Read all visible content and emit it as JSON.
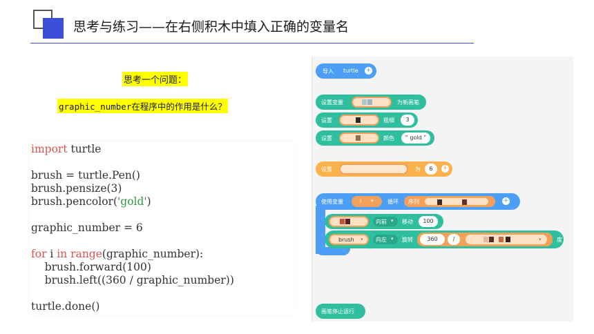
{
  "header": {
    "title": "思考与练习——在右侧积木中填入正确的变量名",
    "accent_color": "#3b4fd8"
  },
  "question": {
    "line1": "思考一个问题：",
    "line2": "graphic_number在程序中的作用是什么？"
  },
  "code": {
    "l1_kw": "import",
    "l1_rest": " turtle",
    "l2": "brush = turtle.Pen()",
    "l3": "brush.pensize(3)",
    "l4_a": "brush.pencolor(",
    "l4_str": "'gold'",
    "l4_b": ")",
    "l5": "graphic_number = 6",
    "l6_kw1": "for",
    "l6_a": " i ",
    "l6_kw2": "in",
    "l6_kw3": " range",
    "l6_b": "(graphic_number):",
    "l7": "    brush.forward(100)",
    "l8": "    brush.left((360 / graphic_number))",
    "l9": "turtle.done()"
  },
  "blocks": {
    "import": {
      "label": "导入",
      "module": "turtle"
    },
    "setvar": {
      "label": "设置变量",
      "suffix": "为新画笔"
    },
    "pensize": {
      "label": "设置",
      "mid": "粗细",
      "value": "3"
    },
    "pencolor": {
      "label": "设置",
      "mid": "颜色",
      "value": "“ gold ”"
    },
    "setnum": {
      "label": "设置",
      "mid": "为",
      "value": "6"
    },
    "loop": {
      "label": "使用变量",
      "var": "i",
      "mid": "循环",
      "seq": "序列"
    },
    "forward": {
      "dir": "向前",
      "mid": "移动",
      "value": "100"
    },
    "turn": {
      "obj": "brush",
      "dir": "向左",
      "mid": "旋转",
      "value": "360",
      "op": "/",
      "unit": "度"
    },
    "done": {
      "label": "画笔停止运行"
    }
  },
  "colors": {
    "block_blue": "#4d9ff5",
    "block_teal": "#2fbf9e",
    "block_orange": "#fbb24c",
    "highlight": "#ffff00"
  }
}
